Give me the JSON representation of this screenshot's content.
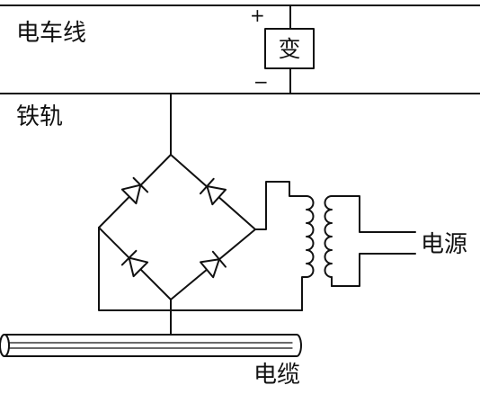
{
  "labels": {
    "trolley_wire": "电车线",
    "rail": "铁轨",
    "transformer_box": "变",
    "plus_sign": "+",
    "minus_sign": "−",
    "power_source": "电源",
    "cable": "电缆"
  },
  "colors": {
    "ink": "#111111",
    "background": "#ffffff"
  }
}
